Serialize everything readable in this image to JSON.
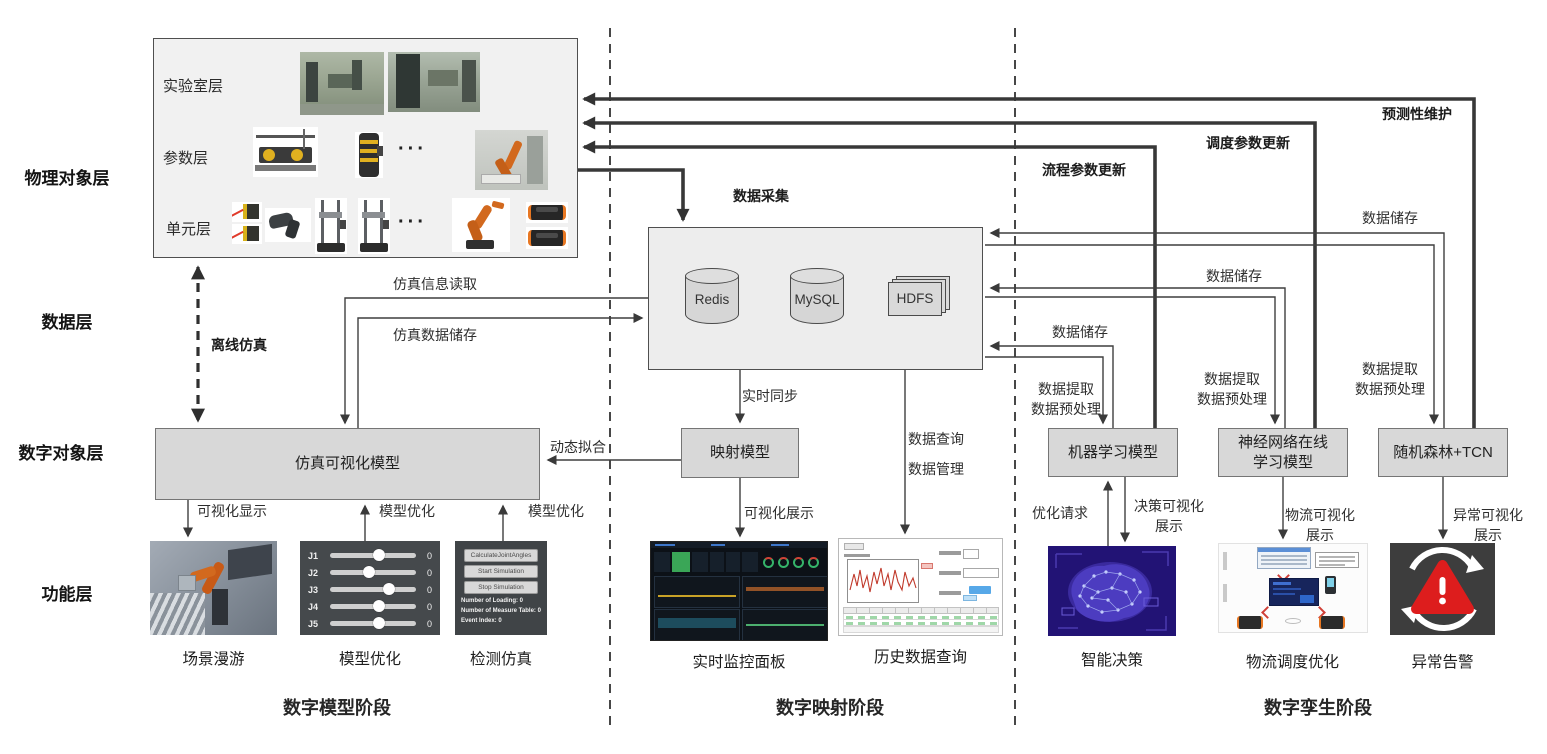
{
  "layers": {
    "physical": "物理对象层",
    "data": "数据层",
    "digital": "数字对象层",
    "function": "功能层"
  },
  "physical": {
    "lab": "实验室层",
    "param": "参数层",
    "unit": "单元层",
    "dots": "···"
  },
  "database": {
    "redis": "Redis",
    "mysql": "MySQL",
    "hdfs": "HDFS"
  },
  "models": {
    "sim_vis": "仿真可视化模型",
    "mapping": "映射模型",
    "ml": "机器学习模型",
    "nn1": "神经网络在线",
    "nn2": "学习模型",
    "rf": "随机森林+TCN"
  },
  "flows": {
    "data_collect": "数据采集",
    "offline_sim": "离线仿真",
    "sim_info_read": "仿真信息读取",
    "sim_data_store": "仿真数据储存",
    "realtime_sync": "实时同步",
    "dynamic_fit": "动态拟合",
    "vis_display": "可视化显示",
    "model_opt": "模型优化",
    "vis_show": "可视化展示",
    "data_query": "数据查询",
    "data_manage": "数据管理",
    "data_store": "数据储存",
    "data_extract": "数据提取",
    "data_preprocess": "数据预处理",
    "opt_request": "优化请求",
    "decision_vis": "决策可视化",
    "logistics_vis": "物流可视化",
    "anomaly_vis": "异常可视化",
    "show": "展示",
    "process_param_update": "流程参数更新",
    "sched_param_update": "调度参数更新",
    "pred_maintenance": "预测性维护"
  },
  "functions": {
    "roam": "场景漫游",
    "model_opt": "模型优化",
    "detect_sim": "检测仿真",
    "monitor": "实时监控面板",
    "history": "历史数据查询",
    "decision": "智能决策",
    "logistics": "物流调度优化",
    "alarm": "异常告警"
  },
  "stages": {
    "model": "数字模型阶段",
    "mapping": "数字映射阶段",
    "twin": "数字孪生阶段"
  },
  "slider_panel": {
    "rows": [
      {
        "label": "J1",
        "value": "0"
      },
      {
        "label": "J2",
        "value": "0"
      },
      {
        "label": "J3",
        "value": "0"
      },
      {
        "label": "J4",
        "value": "0"
      },
      {
        "label": "J5",
        "value": "0"
      }
    ]
  },
  "sim_panel": {
    "buttons": [
      "CalculateJointAngles",
      "Start Simulation",
      "Stop Simulation"
    ],
    "stats": [
      "Number of Loading: 0",
      "Number of Measure Table: 0",
      "Event Index: 0"
    ]
  },
  "colors": {
    "alert_red": "#da1f1f",
    "robot_orange": "#d2691e",
    "status_green": "#3aa657",
    "brain_indigo": "#221375"
  }
}
